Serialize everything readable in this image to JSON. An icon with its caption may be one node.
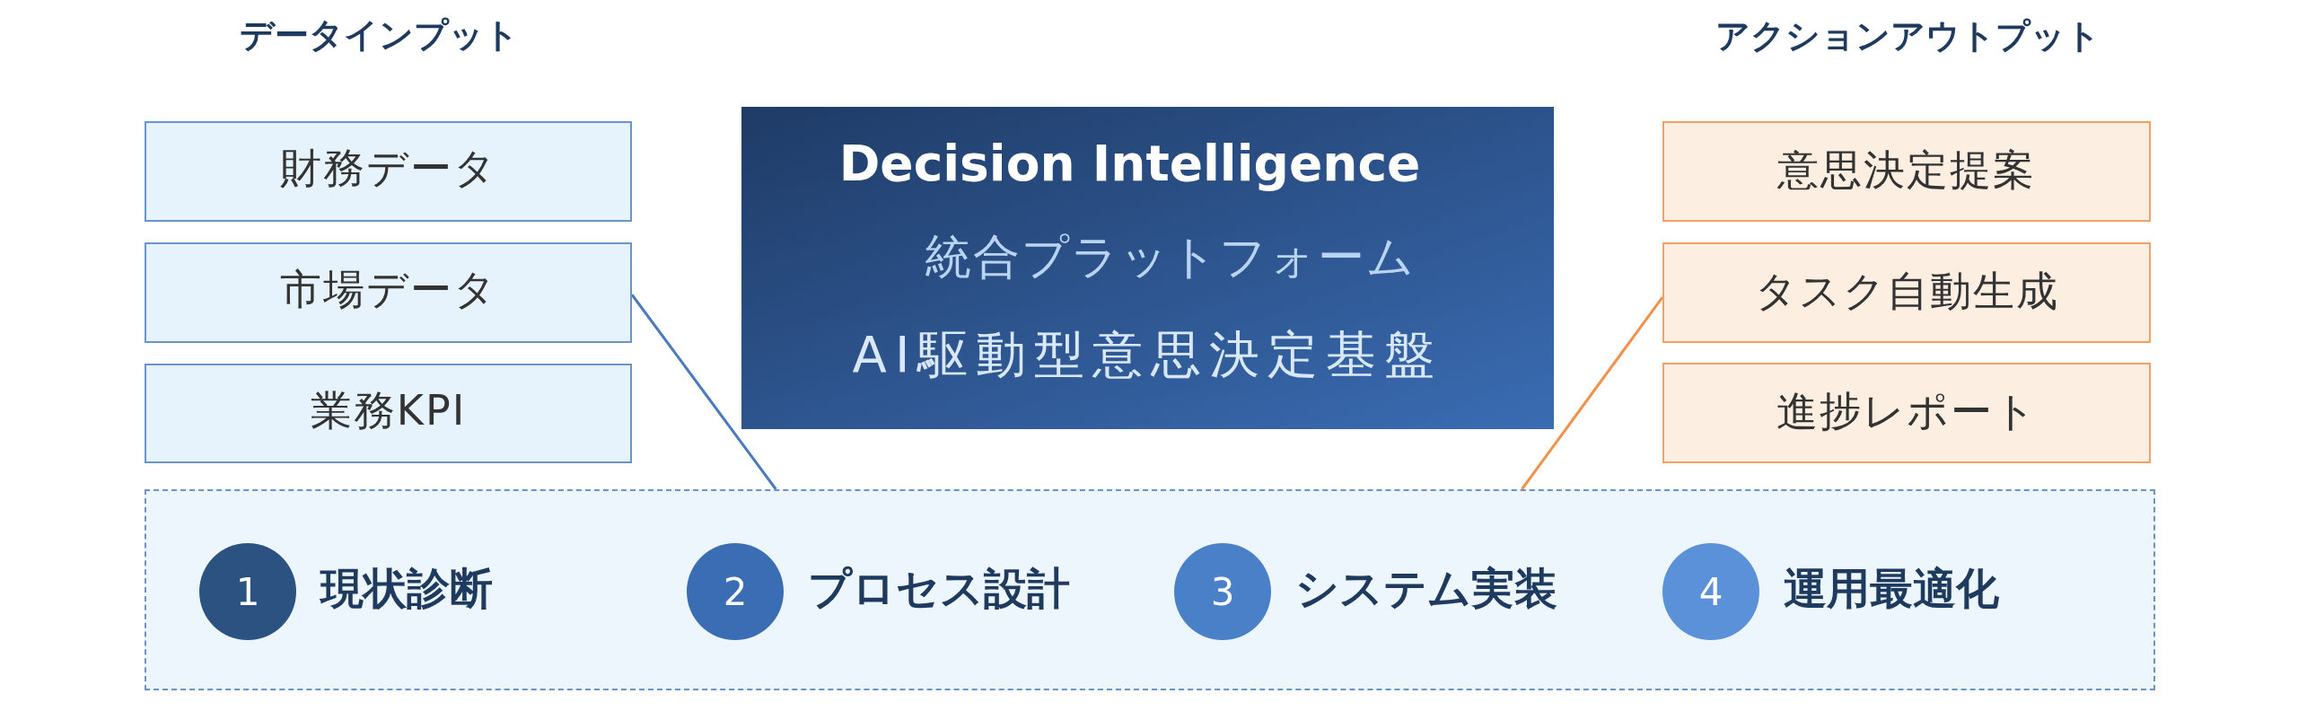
{
  "diagram": {
    "nodes": [
      {
        "text": [
          "財務データ"
        ]
      },
      {
        "text": [
          "市場データ"
        ]
      },
      {
        "text": [
          "業務KPI"
        ]
      },
      {
        "text": [
          "Decision Intelligence",
          "統合プラットフォーム",
          "AI駆動型意思決定基盤"
        ]
      },
      {
        "text": [
          "意思決定提案"
        ]
      },
      {
        "text": [
          "タスク自動生成"
        ]
      },
      {
        "text": [
          "進捗レポート"
        ]
      },
      {
        "text": [],
        "shape": "box"
      },
      {
        "text": [
          "1"
        ],
        "beside": [
          "現状診断"
        ],
        "in": 7
      },
      {
        "text": [
          "2"
        ],
        "beside": [
          "プロセス設計"
        ],
        "in": 7
      },
      {
        "text": [
          "3"
        ],
        "beside": [
          "システム実装"
        ],
        "in": 7
      },
      {
        "text": [
          "4"
        ],
        "beside": [
          "運用最適化"
        ],
        "in": 7
      }
    ],
    "edges": [
      {
        "from": 1,
        "to": 7,
        "arrow": "none",
        "color": "#4a7abf"
      },
      {
        "from": 7,
        "to": 5,
        "arrow": "none",
        "color": "#f0924a"
      }
    ],
    "labels": [
      "データインプット",
      "アクションアウトプット"
    ]
  }
}
